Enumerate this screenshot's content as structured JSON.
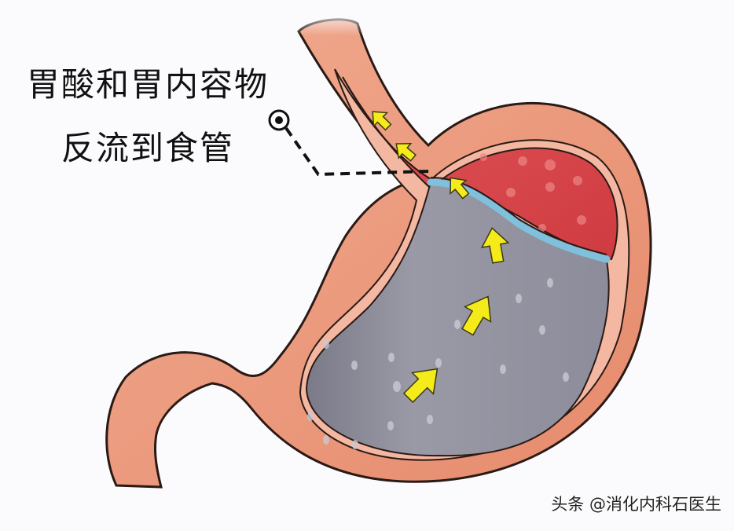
{
  "annotation": {
    "line1": "胃酸和胃内容物",
    "line2": "反流到食管",
    "pointer": "leader-line-with-target-dot"
  },
  "watermark": {
    "text": "头条 @消化内科石医生"
  },
  "illustration": {
    "subject": "stomach-cross-section-acid-reflux",
    "arrows_count": 6,
    "arrow_color": "#f5ea1a",
    "colors": {
      "stomach_wall": "#ec9a7e",
      "stomach_wall_outline": "#2a1a16",
      "acid_red": "#d9484c",
      "contents_gray": "#8f8e9c",
      "fluid_line_blue": "#7fc0dc",
      "background": "#fbfbfd"
    }
  }
}
